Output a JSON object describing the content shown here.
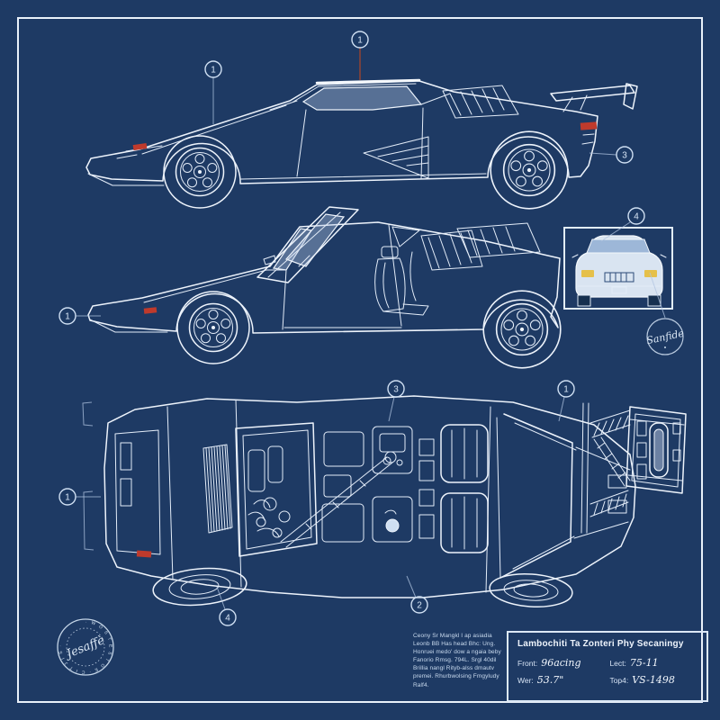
{
  "palette": {
    "background": "#1e3a64",
    "line": "#edf3fb",
    "glass": "#b6c8e4",
    "accent_red": "#bf3a2c",
    "accent_yellow": "#e5c04a"
  },
  "callouts": {
    "side_view_hood": "1",
    "side_view_roof": "1",
    "side_view_tail": "3",
    "open_view_nose": "1",
    "inset_detail": "4",
    "top_view_rear": "1",
    "top_view_engine": "3",
    "top_view_windshield": "1",
    "top_view_wheel": "4",
    "top_view_sill": "2"
  },
  "stamps": {
    "left": {
      "script": "Jesaffè",
      "ring": "· W O S T E S T O E · C I T J I S ·"
    },
    "right": {
      "script": "Sanfide"
    }
  },
  "notes": {
    "lines": [
      "Ceony Sr Mangkl I ap asiadia",
      "Leonb BB Has head Bhc: Ung.",
      "Honruei medo' dow a ngaia beby",
      "Fanorio Rmsg. 794L. Srgl 40dil",
      "Brillia nangl Rityb-alss dmautv",
      "premei. Rhurbwolsing Fmgyludy Ralf4."
    ]
  },
  "title_block": {
    "title": "Lambochiti Ta Zonteri Phy Secaningy",
    "rows": [
      {
        "label": "Front:",
        "value": "96acing"
      },
      {
        "label": "Lect:",
        "value": "75-11"
      },
      {
        "label": "Wer:",
        "value": "53.7\""
      },
      {
        "label": "Top4:",
        "value": "VS-1498"
      }
    ]
  }
}
